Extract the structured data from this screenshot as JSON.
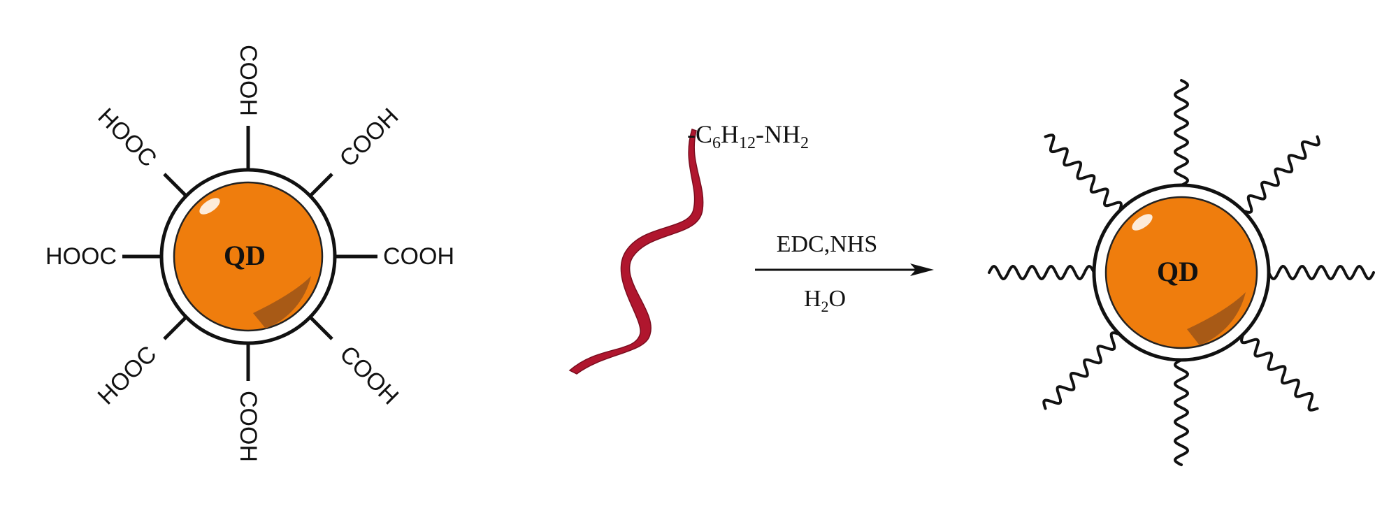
{
  "colors": {
    "core": "#ef7d0d",
    "core_dark": "#a85a16",
    "ribbon": "#b0162e",
    "ligand": "#111111",
    "shell": "#ffffff"
  },
  "left_qd": {
    "core_label": "QD",
    "groups": {
      "top": "COOH",
      "top_right": "COOH",
      "right": "COOH",
      "bottom_right": "COOH",
      "bottom": "COOH",
      "bottom_left": "HOOC",
      "left": "HOOC",
      "top_left": "HOOC"
    }
  },
  "reagent": {
    "prefix": "-C",
    "sub1": "6",
    "mid": "H",
    "sub2": "12",
    "suffix": "-NH",
    "sub3": "2"
  },
  "reaction": {
    "conditions_top": "EDC,NHS",
    "water_h": "H",
    "water_sub": "2",
    "water_o": "O"
  },
  "right_qd": {
    "core_label": "QD"
  }
}
